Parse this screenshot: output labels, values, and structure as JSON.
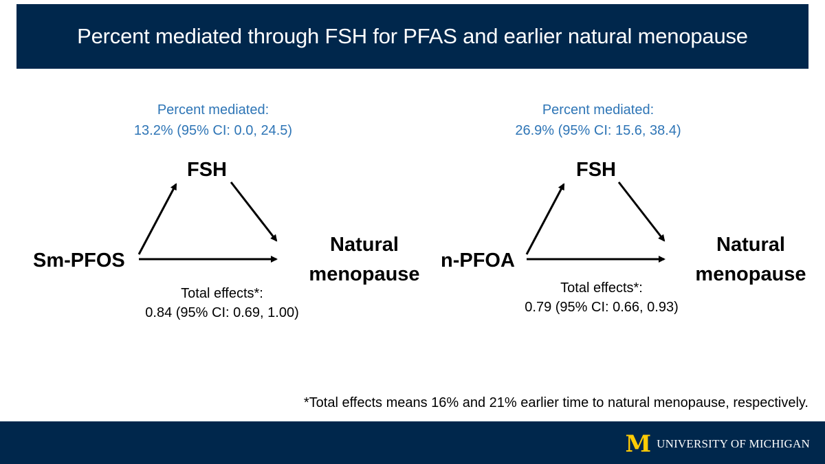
{
  "title": "Percent mediated through FSH for PFAS and earlier natural menopause",
  "panels": [
    {
      "percent_mediated_label": "Percent mediated:",
      "percent_mediated_value": "13.2% (95% CI: 0.0, 24.5)",
      "mediator": "FSH",
      "exposure": "Sm-PFOS",
      "outcome_line1": "Natural",
      "outcome_line2": "menopause",
      "total_effects_label": "Total effects*:",
      "total_effects_value": "0.84 (95% CI: 0.69, 1.00)"
    },
    {
      "percent_mediated_label": "Percent mediated:",
      "percent_mediated_value": "26.9% (95% CI: 15.6, 38.4)",
      "mediator": "FSH",
      "exposure": "n-PFOA",
      "outcome_line1": "Natural",
      "outcome_line2": "menopause",
      "total_effects_label": "Total effects*:",
      "total_effects_value": "0.79 (95% CI: 0.66, 0.93)"
    }
  ],
  "footnote": "*Total effects means 16% and 21% earlier time to natural menopause, respectively.",
  "footer": {
    "logo_glyph": "M",
    "logo_text": "UNIVERSITY OF MICHIGAN",
    "logo_icon": "block-m-icon"
  },
  "colors": {
    "navy": "#00274c",
    "maize": "#ffcb05",
    "percent_mediated_blue": "#2e75b6"
  }
}
